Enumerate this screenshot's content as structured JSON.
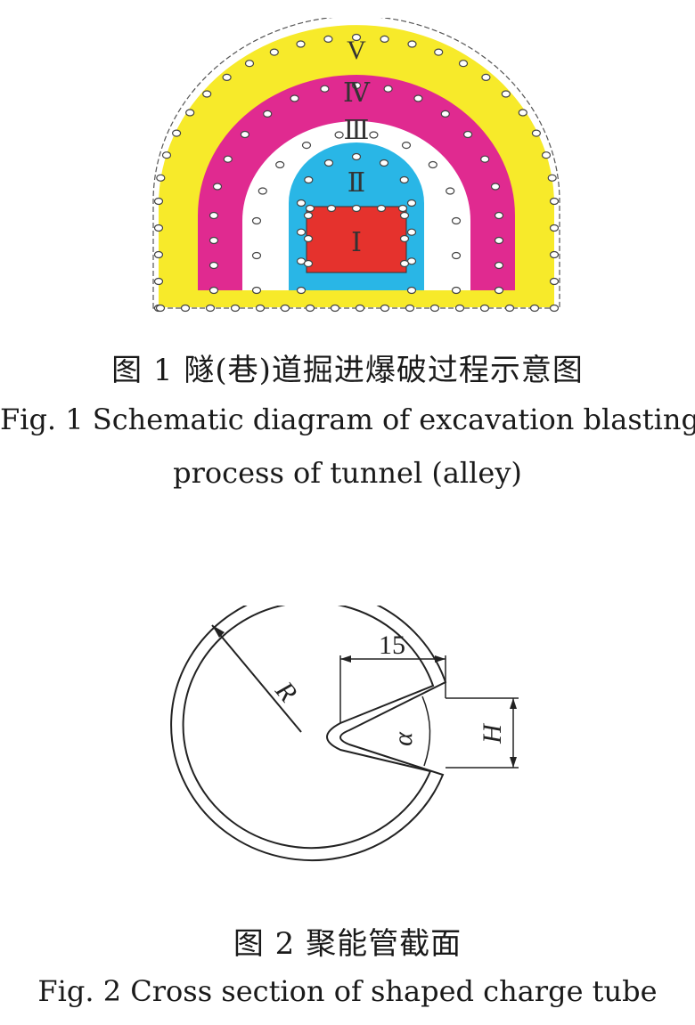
{
  "figure1": {
    "caption_zh": "图 1   隧(巷)道掘进爆破过程示意图",
    "caption_en_line1": "Fig. 1   Schematic diagram of excavation blasting",
    "caption_en_line2": "process of tunnel (alley)",
    "zones": [
      {
        "label": "V",
        "color": "#f7ea2a"
      },
      {
        "label": "Ⅳ",
        "color": "#e02a90"
      },
      {
        "label": "Ⅲ",
        "color": "#ffffff"
      },
      {
        "label": "Ⅱ",
        "color": "#29b6e6"
      },
      {
        "label": "Ⅰ",
        "color": "#e5322d"
      }
    ]
  },
  "figure2": {
    "caption_zh": "图 2   聚能管截面",
    "caption_en": "Fig. 2   Cross section of shaped charge tube",
    "labels": {
      "radius": "R",
      "width": "15",
      "angle": "α",
      "height": "H"
    }
  }
}
